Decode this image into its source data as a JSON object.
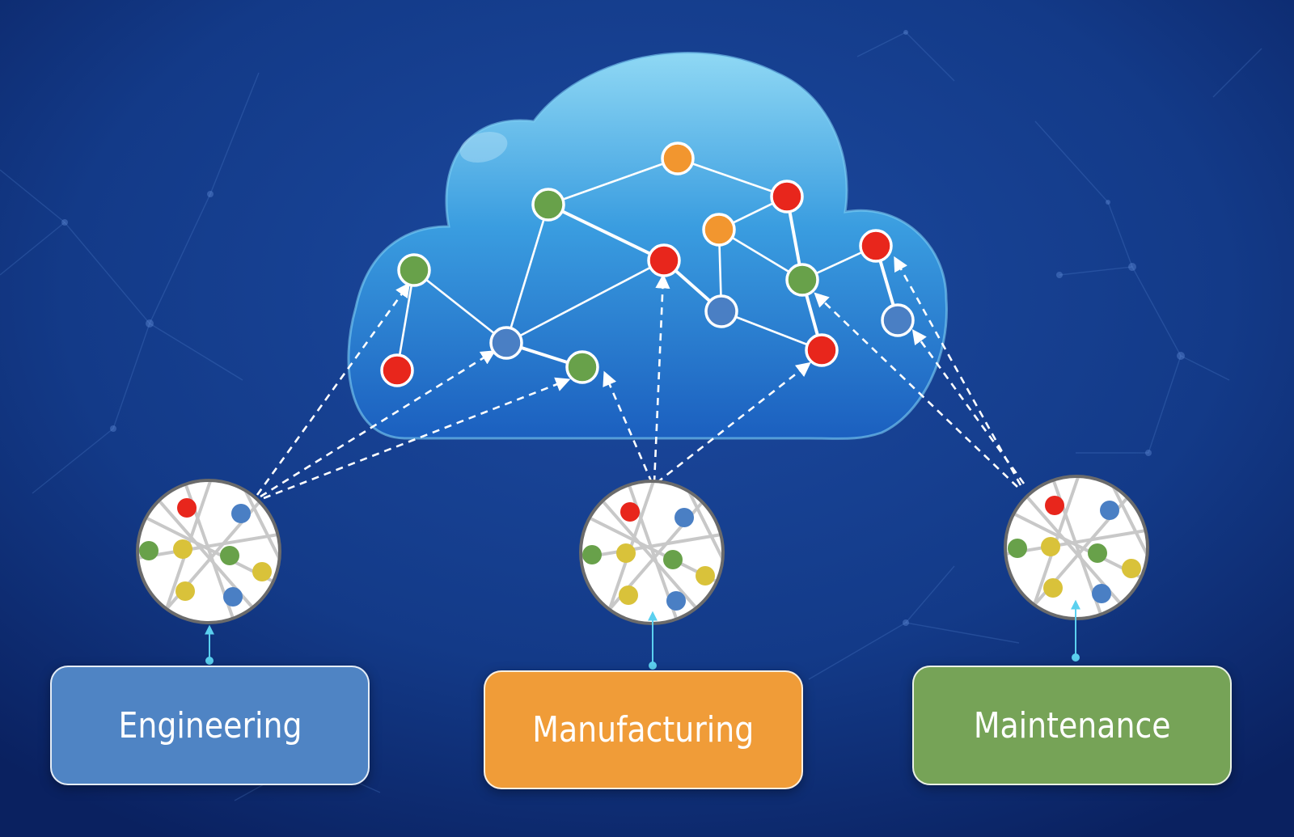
{
  "departments": [
    {
      "id": "engineering",
      "label": "Engineering",
      "color": "#4f84c4"
    },
    {
      "id": "manufacturing",
      "label": "Manufacturing",
      "color": "#f09c38"
    },
    {
      "id": "maintenance",
      "label": "Maintenance",
      "color": "#76a357"
    }
  ],
  "colors": {
    "background": "#0f2c72",
    "cloud": "#2f8fd8",
    "node_red": "#e8261c",
    "node_green": "#68a14a",
    "node_orange": "#f2962f",
    "node_blue": "#4a7fc4",
    "node_yellow": "#d9c23a",
    "arrow": "#ffffff",
    "connector": "#5bd0ef"
  }
}
